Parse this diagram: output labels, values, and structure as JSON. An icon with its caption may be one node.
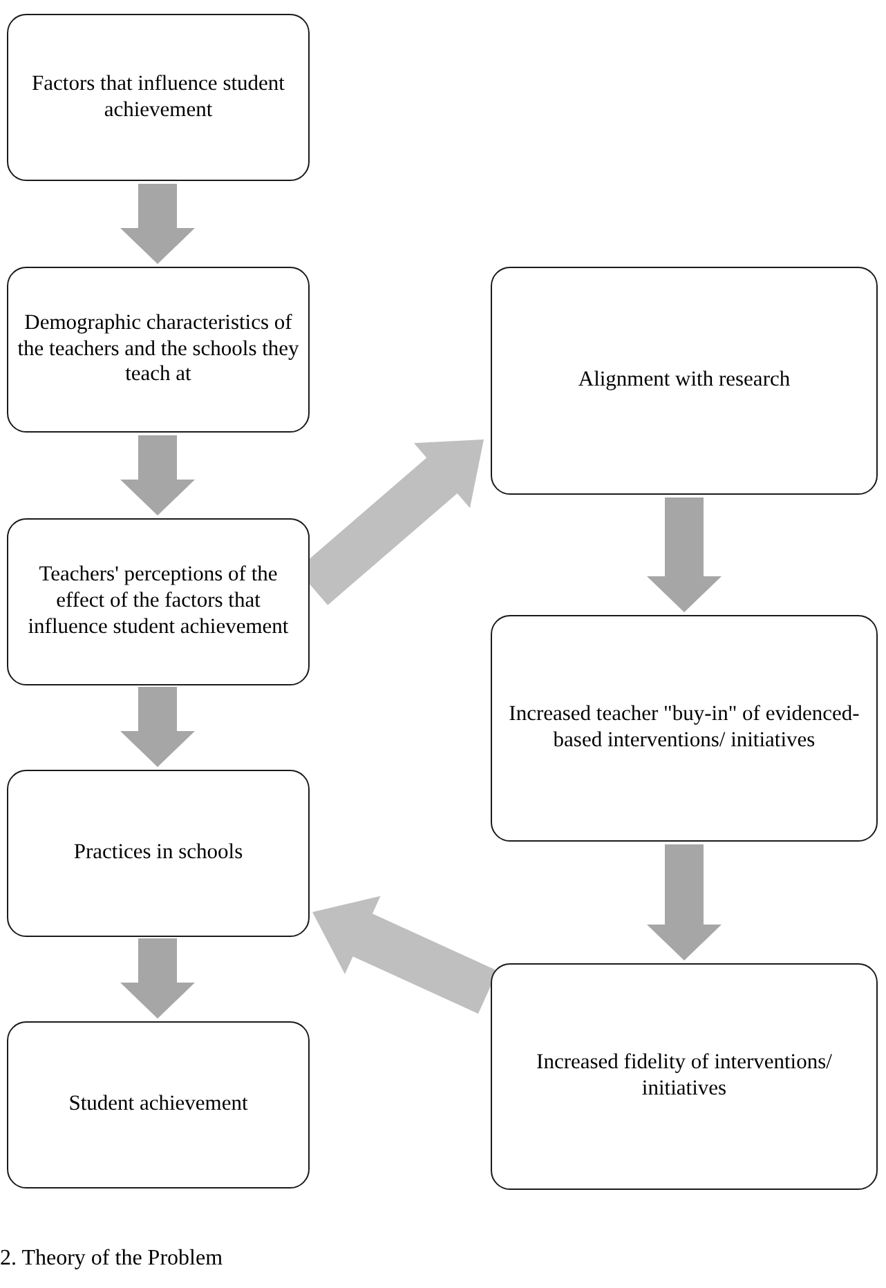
{
  "diagram": {
    "caption": "2. Theory of the Problem",
    "nodes": [
      {
        "text": [
          "Factors that influence student achievement"
        ]
      },
      {
        "text": [
          "Demographic characteristics of the teachers and the schools they teach at"
        ]
      },
      {
        "text": [
          "Teachers' perceptions of the effect of the factors that influence student achievement"
        ]
      },
      {
        "text": [
          "Practices in schools"
        ]
      },
      {
        "text": [
          "Student achievement"
        ]
      },
      {
        "text": [
          "Alignment with research"
        ]
      },
      {
        "text": [
          "Increased teacher \"buy-in\" of evidenced-based interventions/ initiatives"
        ]
      },
      {
        "text": [
          "Increased fidelity of interventions/ initiatives"
        ]
      }
    ],
    "edges": [
      {
        "from": 0,
        "to": 1,
        "arrow": "to"
      },
      {
        "from": 1,
        "to": 2,
        "arrow": "to"
      },
      {
        "from": 2,
        "to": 3,
        "arrow": "to"
      },
      {
        "from": 3,
        "to": 4,
        "arrow": "to"
      },
      {
        "from": 2,
        "to": 5,
        "arrow": "to",
        "color": "#bfbfbf"
      },
      {
        "from": 5,
        "to": 6,
        "arrow": "to"
      },
      {
        "from": 6,
        "to": 7,
        "arrow": "to"
      },
      {
        "from": 7,
        "to": 3,
        "arrow": "to",
        "color": "#bfbfbf"
      }
    ]
  }
}
